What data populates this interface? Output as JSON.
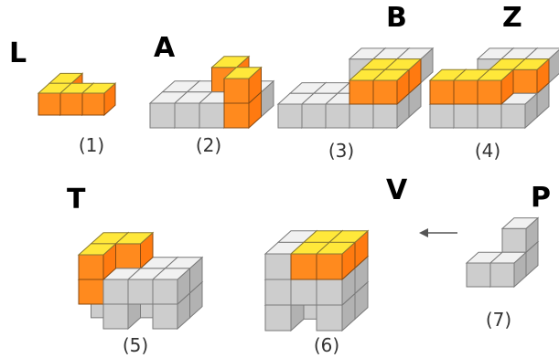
{
  "header": {
    "text": "",
    "color": "#2222dd"
  },
  "colors": {
    "piece_top": "#ffe83a",
    "piece_front": "#ff8a1e",
    "cube_top": "#f1f1f1",
    "cube_front": "#cdcdcd",
    "cube_side": "#b2b2b2"
  },
  "panels": [
    {
      "number": "(1)",
      "piece": "L"
    },
    {
      "number": "(2)",
      "piece": "A"
    },
    {
      "number": "(3)",
      "piece": "B"
    },
    {
      "number": "(4)",
      "piece": "Z"
    },
    {
      "number": "(5)",
      "piece": "T"
    },
    {
      "number": "(6)",
      "piece": "V"
    },
    {
      "number": "(7)",
      "piece": "P"
    }
  ]
}
